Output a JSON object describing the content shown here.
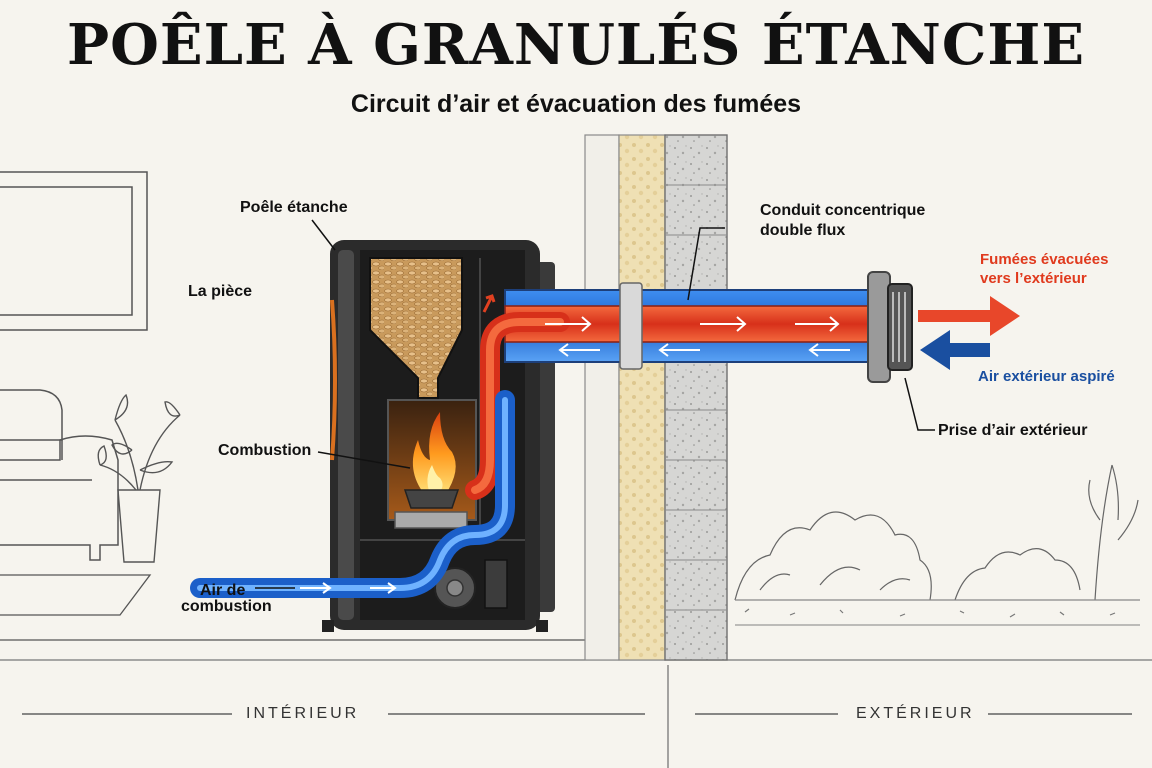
{
  "title": "POÊLE À GRANULÉS ÉTANCHE",
  "subtitle": "Circuit d’air et évacuation des fumées",
  "labels": {
    "stove": "Poêle étanche",
    "room": "La pièce",
    "combustion": "Combustion",
    "combustion_air": [
      "Air de",
      "combustion"
    ],
    "duct": [
      "Conduit concentrique",
      "double flux"
    ],
    "smoke_out": [
      "Fumées évacuées",
      "vers l’extérieur"
    ],
    "outside_air": "Air extérieur aspiré",
    "air_intake": "Prise d’air extérieur"
  },
  "zones": {
    "interior": "INTÉRIEUR",
    "exterior": "EXTÉRIEUR"
  },
  "colors": {
    "smoke": "#e8472a",
    "fresh_air": "#2a6fd6",
    "stove_body": "#2b2b2b",
    "insulation": "#e8d8a8",
    "concrete": "#cfcfcf"
  }
}
